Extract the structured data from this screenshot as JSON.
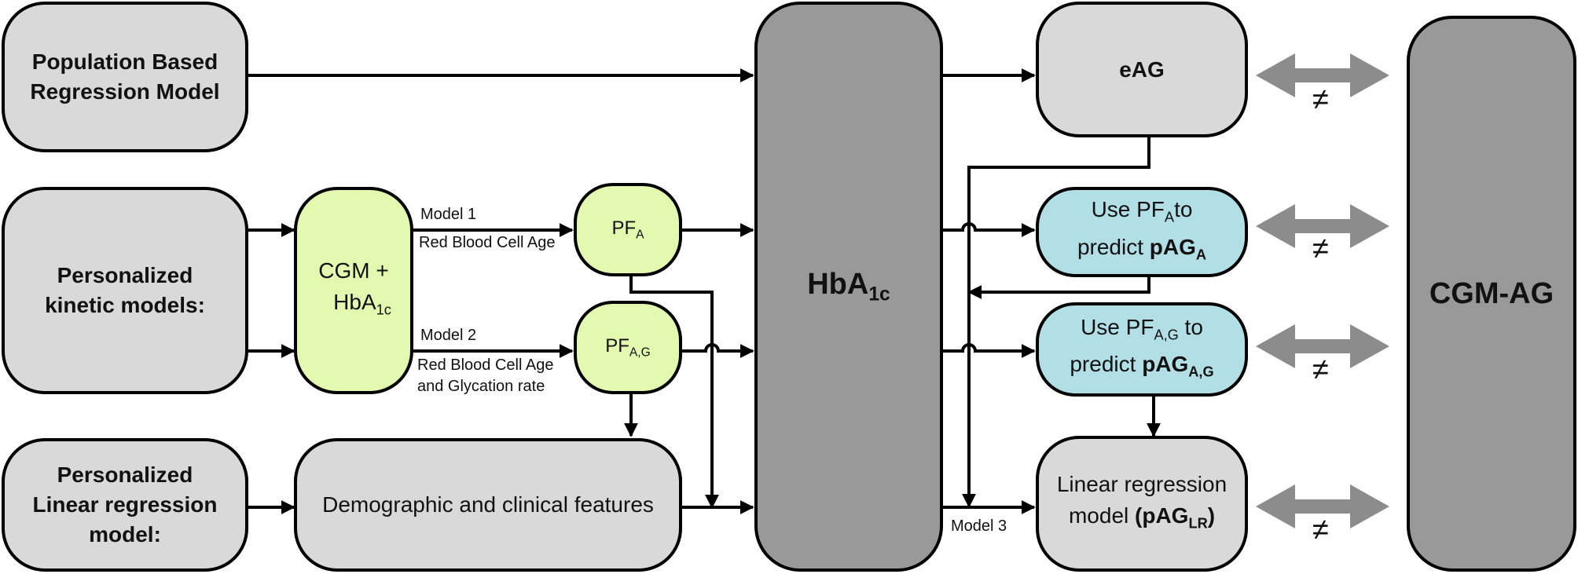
{
  "nodes": {
    "population_model": "Population Based Regression Model",
    "kinetic_models": "Personalized kinetic models:",
    "linear_model": "Personalized Linear regression model:",
    "cgm_hba1c": {
      "main": "CGM +",
      "base": "HbA",
      "sub": "1c"
    },
    "pf_a": {
      "base": "PF",
      "sub": "A"
    },
    "pf_ag": {
      "base": "PF",
      "sub": "A,G"
    },
    "demographic": "Demographic and clinical features",
    "hba1c": {
      "base": "HbA",
      "sub": "1c"
    },
    "eag": "eAG",
    "pag_a": {
      "line1_pre": "Use PF",
      "line1_sub": "A",
      "line1_post": "to",
      "line2_pre": "predict ",
      "line2_bold": "pAG",
      "line2_sub": "A"
    },
    "pag_ag": {
      "line1_pre": "Use PF",
      "line1_sub": "A,G",
      "line1_post": " to",
      "line2_pre": "predict ",
      "line2_bold": "pAG",
      "line2_sub": "A,G"
    },
    "linear_reg": {
      "line1": "Linear regression",
      "line2_pre": "model ",
      "line2_bold": "(pAG",
      "line2_sub": "LR",
      "line2_post": ")"
    },
    "cgm_ag": "CGM-AG"
  },
  "edge_labels": {
    "model1": "Model 1",
    "model1_desc": "Red Blood Cell Age",
    "model2": "Model 2",
    "model2_desc_line1": "Red Blood Cell Age",
    "model2_desc_line2": "and Glycation rate",
    "model3": "Model 3"
  },
  "comparison_symbol": "≠",
  "colors": {
    "gray_box": "#d9d9d9",
    "dark_box": "#999999",
    "green_box": "#e3f9b0",
    "blue_box": "#b2dfe6",
    "arrow_gray": "#8c8c8c",
    "line": "#000000"
  }
}
